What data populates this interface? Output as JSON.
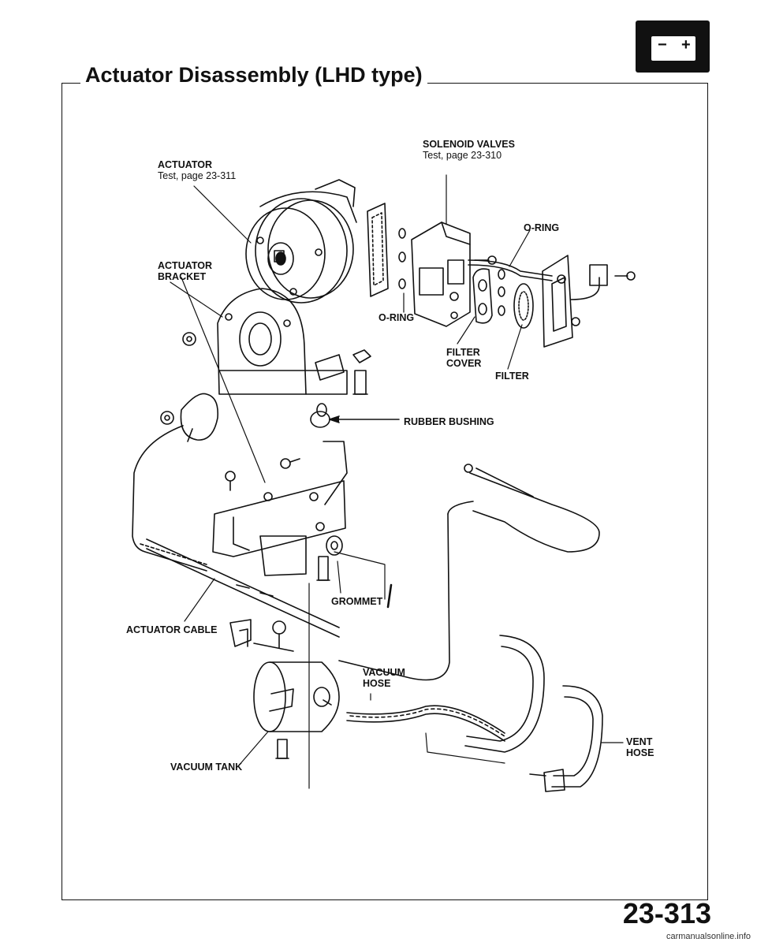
{
  "header": {
    "title": "Actuator Disassembly (LHD type)",
    "badge": {
      "minus": "−",
      "plus": "+"
    }
  },
  "labels": {
    "actuator": {
      "name": "ACTUATOR",
      "ref": "Test, page 23-311"
    },
    "solenoid_valves": {
      "name": "SOLENOID VALVES",
      "ref": "Test, page 23-310"
    },
    "o_ring_top": "O-RING",
    "o_ring_left": "O-RING",
    "actuator_bracket": [
      "ACTUATOR",
      "BRACKET"
    ],
    "filter_cover": [
      "FILTER",
      "COVER"
    ],
    "filter": "FILTER",
    "rubber_bushing": "RUBBER BUSHING",
    "grommet": "GROMMET",
    "actuator_cable": "ACTUATOR CABLE",
    "vacuum_hose": [
      "VACUUM",
      "HOSE"
    ],
    "vent_hose": [
      "VENT",
      "HOSE"
    ],
    "vacuum_tank": "VACUUM TANK"
  },
  "page_number": "23-313",
  "footer": "carmanualsonline.info"
}
